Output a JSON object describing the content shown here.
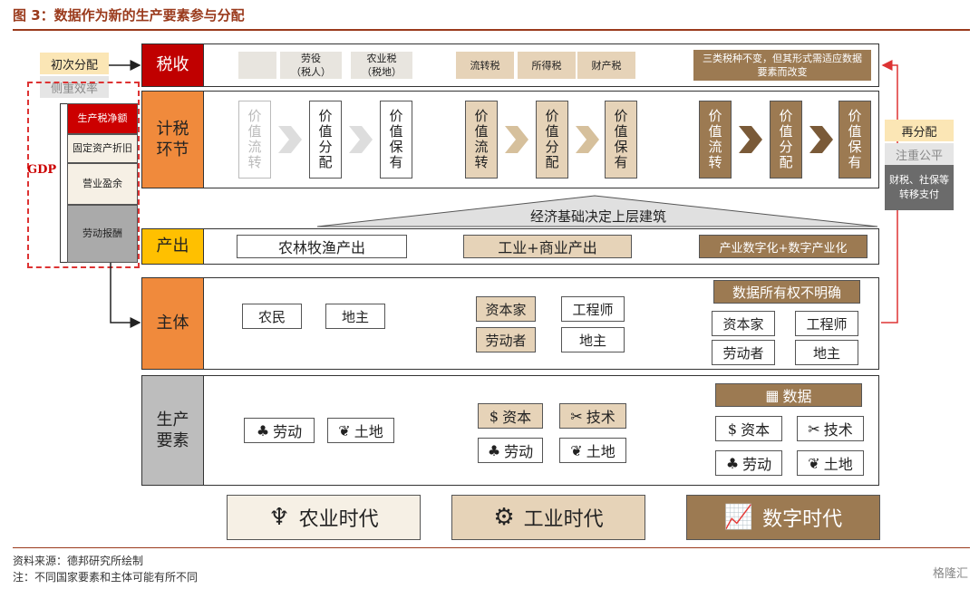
{
  "title": "图 3：数据作为新的生产要素参与分配",
  "left": {
    "tag1": "初次分配",
    "tag2": "侧重效率",
    "gdp_label": "GDP",
    "gdp_parts": [
      "生产税净额",
      "固定资产折旧",
      "营业盈余",
      "劳动报酬"
    ]
  },
  "right": {
    "tag1": "再分配",
    "tag2": "注重公平",
    "desc": "财税、社保等转移支付"
  },
  "rows": {
    "tax": {
      "label": "税收",
      "agri": [
        "劳役\n（税人）",
        "农业税\n（税地）"
      ],
      "industry": [
        "流转税",
        "所得税",
        "财产税"
      ],
      "digital": "三类税种不变，但其形式需适应数据要素而改变"
    },
    "taxlink": {
      "label": "计税\n环节",
      "agri": [
        "价值流转",
        "价值分配",
        "价值保有"
      ],
      "industry": [
        "价值流转",
        "价值分配",
        "价值保有"
      ],
      "digital": [
        "价值流转",
        "价值分配",
        "价值保有"
      ]
    },
    "base_text": "经济基础决定上层建筑",
    "output": {
      "label": "产出",
      "agri": "农林牧渔产出",
      "industry": "工业+商业产出",
      "digital": "产业数字化+数字产业化"
    },
    "subject": {
      "label": "主体",
      "agri": [
        "农民",
        "地主"
      ],
      "industry": [
        "资本家",
        "工程师",
        "劳动者",
        "地主"
      ],
      "digital_head": "数据所有权不明确",
      "digital": [
        "资本家",
        "工程师",
        "劳动者",
        "地主"
      ]
    },
    "factor": {
      "label": "生产\n要素",
      "agri": [
        "劳动",
        "土地"
      ],
      "industry": [
        "资本",
        "技术",
        "劳动",
        "土地"
      ],
      "digital_head": "数据",
      "digital": [
        "资本",
        "技术",
        "劳动",
        "土地"
      ]
    }
  },
  "eras": [
    "农业时代",
    "工业时代",
    "数字时代"
  ],
  "footer": {
    "source": "资料来源：德邦研究所绘制",
    "note": "注：不同国家要素和主体可能有所不同"
  },
  "watermark": "格隆汇",
  "colors": {
    "red": "#c00000",
    "orange": "#f08a3c",
    "yellow": "#ffc000",
    "brown": "#9c7a52",
    "tan": "#e6d3b8"
  }
}
